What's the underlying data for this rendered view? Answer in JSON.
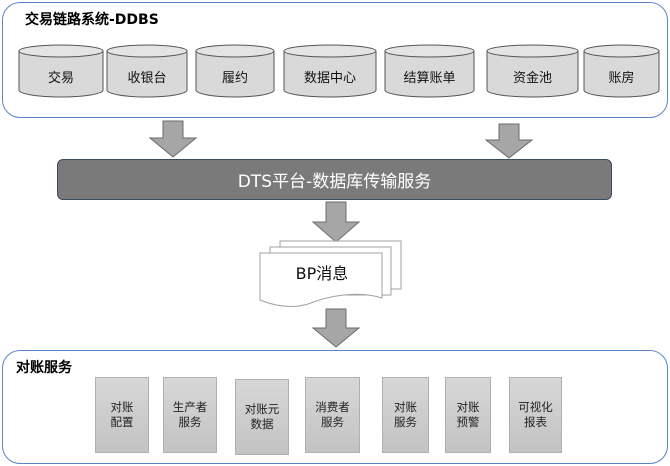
{
  "top_group": {
    "title": "交易链路系统-DDBS",
    "databases": [
      {
        "label": "交易"
      },
      {
        "label": "收银台"
      },
      {
        "label": "履约"
      },
      {
        "label": "数据中心"
      },
      {
        "label": "结算账单"
      },
      {
        "label": "资金池"
      },
      {
        "label": "账房"
      }
    ]
  },
  "dts": {
    "label": "DTS平台-数据库传输服务"
  },
  "bp": {
    "label": "BP消息"
  },
  "bottom_group": {
    "title": "对账服务",
    "services": [
      {
        "label": "对账\n配置"
      },
      {
        "label": "生产者\n服务"
      },
      {
        "label": "对账元\n数据"
      },
      {
        "label": "消费者\n服务"
      },
      {
        "label": "对账\n服务"
      },
      {
        "label": "对账\n预警"
      },
      {
        "label": "可视化\n报表"
      }
    ]
  },
  "colors": {
    "group_border": "#5b85c9",
    "dts_fill": "#7a7a7a",
    "arrow_fill": "#a6a6a6",
    "cylinder_fill": "#d9d9d9",
    "service_fill": "#d0d0d0"
  }
}
